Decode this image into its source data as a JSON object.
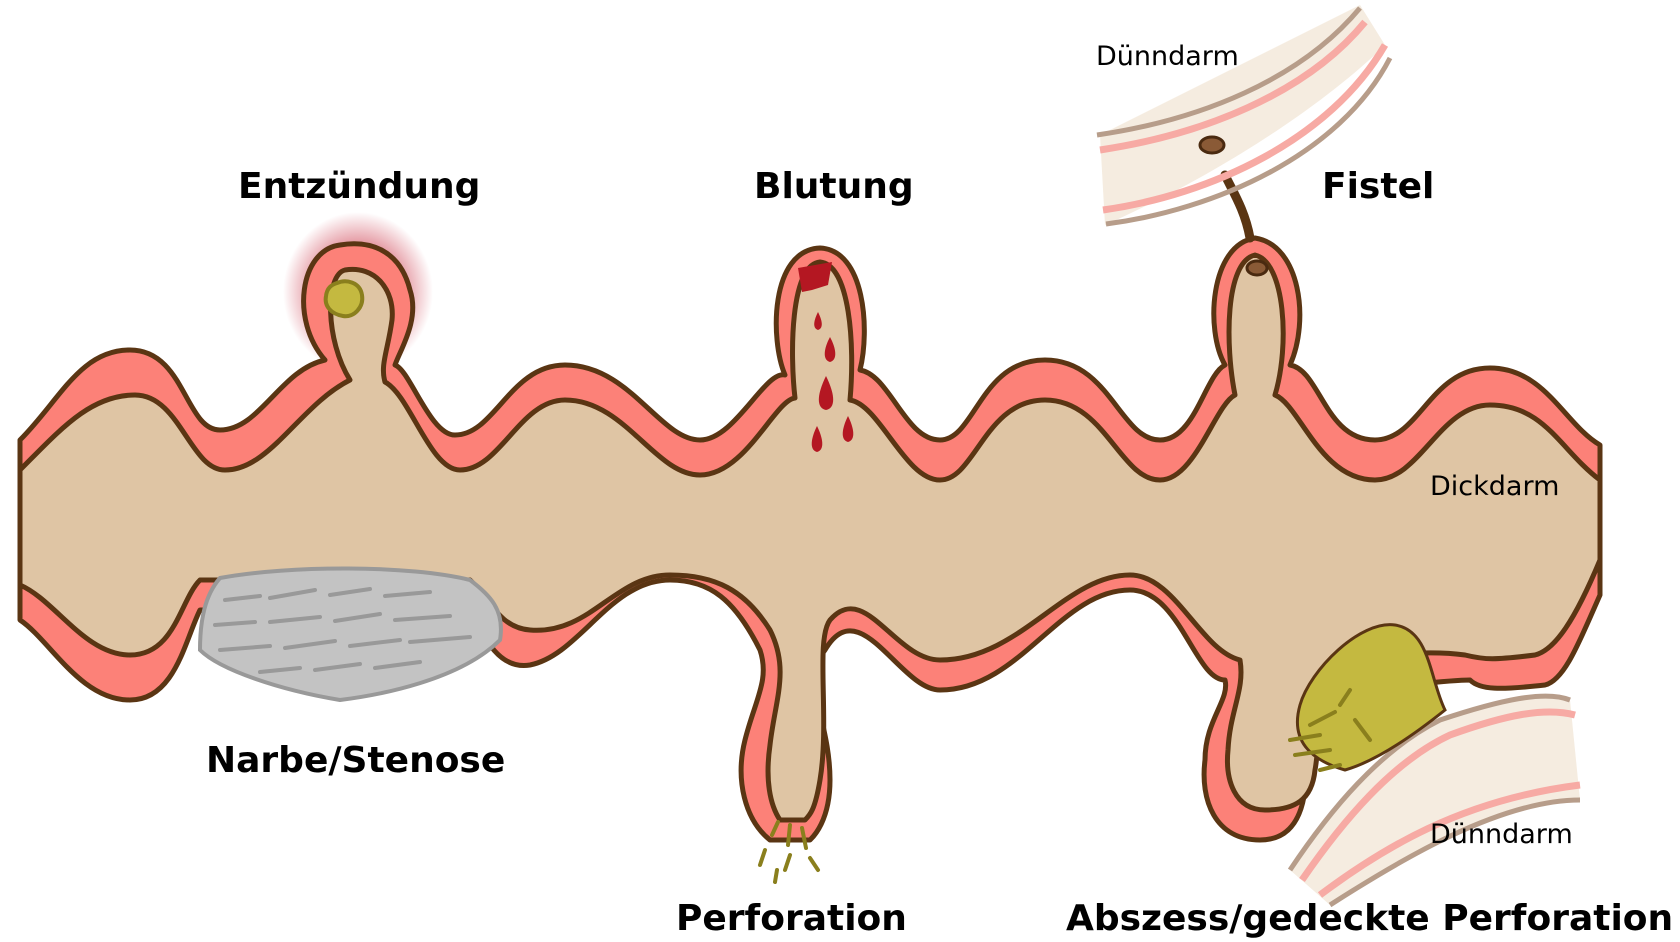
{
  "diagram": {
    "labels": {
      "inflammation": "Entzündung",
      "bleeding": "Blutung",
      "fistula": "Fistel",
      "scar_stenosis": "Narbe/Stenose",
      "perforation": "Perforation",
      "abscess": "Abszess/gedeckte Perforation",
      "colon": "Dickdarm",
      "small_intestine_top": "Dünndarm",
      "small_intestine_bottom": "Dünndarm"
    },
    "colors": {
      "lumen": "#dfc5a4",
      "wall": "#fc8178",
      "outline": "#5a3513",
      "small_intestine_inner": "#f5ece0",
      "small_intestine_stripe": "#f7aaa4",
      "small_intestine_edge": "#b79d8a",
      "pus": "#c4b940",
      "pus_dark": "#8a7f1d",
      "blood": "#b41722",
      "scar": "#c3c3c3",
      "scar_lines": "#999999",
      "inflammation_glow": "#c8283c"
    }
  }
}
